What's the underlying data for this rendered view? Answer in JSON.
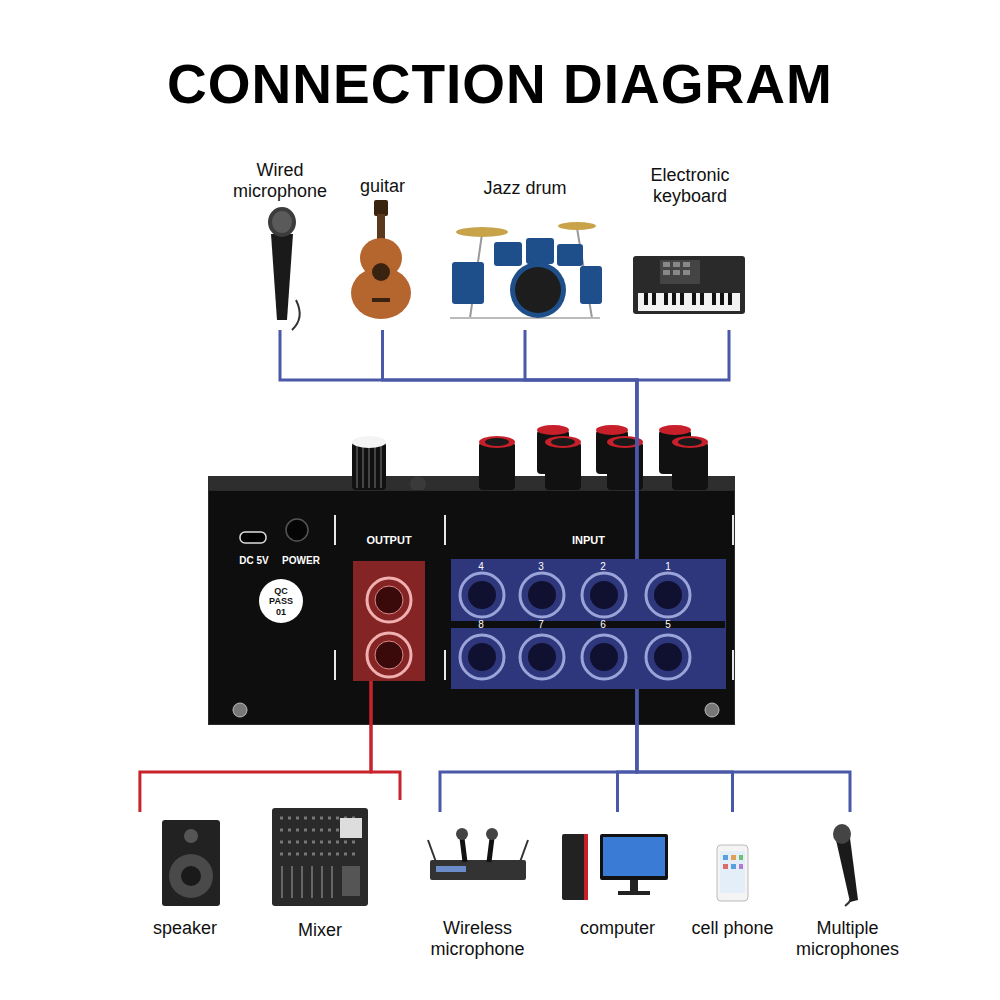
{
  "diagram": {
    "title": "CONNECTION DIAGRAM",
    "nodes": [
      {
        "text": [
          "Wired microphone"
        ]
      },
      {
        "text": [
          "guitar"
        ]
      },
      {
        "text": [
          "Jazz drum"
        ]
      },
      {
        "text": [
          "Electronic keyboard"
        ]
      },
      {
        "text": [
          "DC 5V",
          "POWER"
        ]
      },
      {
        "text": [
          "QC PASS 01"
        ],
        "in": 4
      },
      {
        "text": [
          "OUTPUT"
        ],
        "in": 4
      },
      {
        "text": [
          "INPUT"
        ],
        "in": 4
      },
      {
        "text": [
          "speaker"
        ]
      },
      {
        "text": [
          "Mixer"
        ]
      },
      {
        "text": [
          "Wireless microphone"
        ]
      },
      {
        "text": [
          "computer"
        ]
      },
      {
        "text": [
          "cell phone"
        ]
      },
      {
        "text": [
          "Multiple microphones"
        ]
      }
    ],
    "edges": [
      {
        "from": 0,
        "to": 7,
        "arrow": "none"
      },
      {
        "from": 1,
        "to": 7,
        "arrow": "none"
      },
      {
        "from": 2,
        "to": 7,
        "arrow": "none"
      },
      {
        "from": 3,
        "to": 7,
        "arrow": "none"
      },
      {
        "from": 6,
        "to": 8,
        "arrow": "none"
      },
      {
        "from": 6,
        "to": 9,
        "arrow": "none"
      },
      {
        "from": 7,
        "to": 10,
        "arrow": "none"
      },
      {
        "from": 7,
        "to": 11,
        "arrow": "none"
      },
      {
        "from": 7,
        "to": 12,
        "arrow": "none"
      },
      {
        "from": 7,
        "to": 13,
        "arrow": "none"
      }
    ],
    "labels": [
      "4",
      "3",
      "2",
      "1",
      "8",
      "7",
      "6",
      "5"
    ]
  }
}
